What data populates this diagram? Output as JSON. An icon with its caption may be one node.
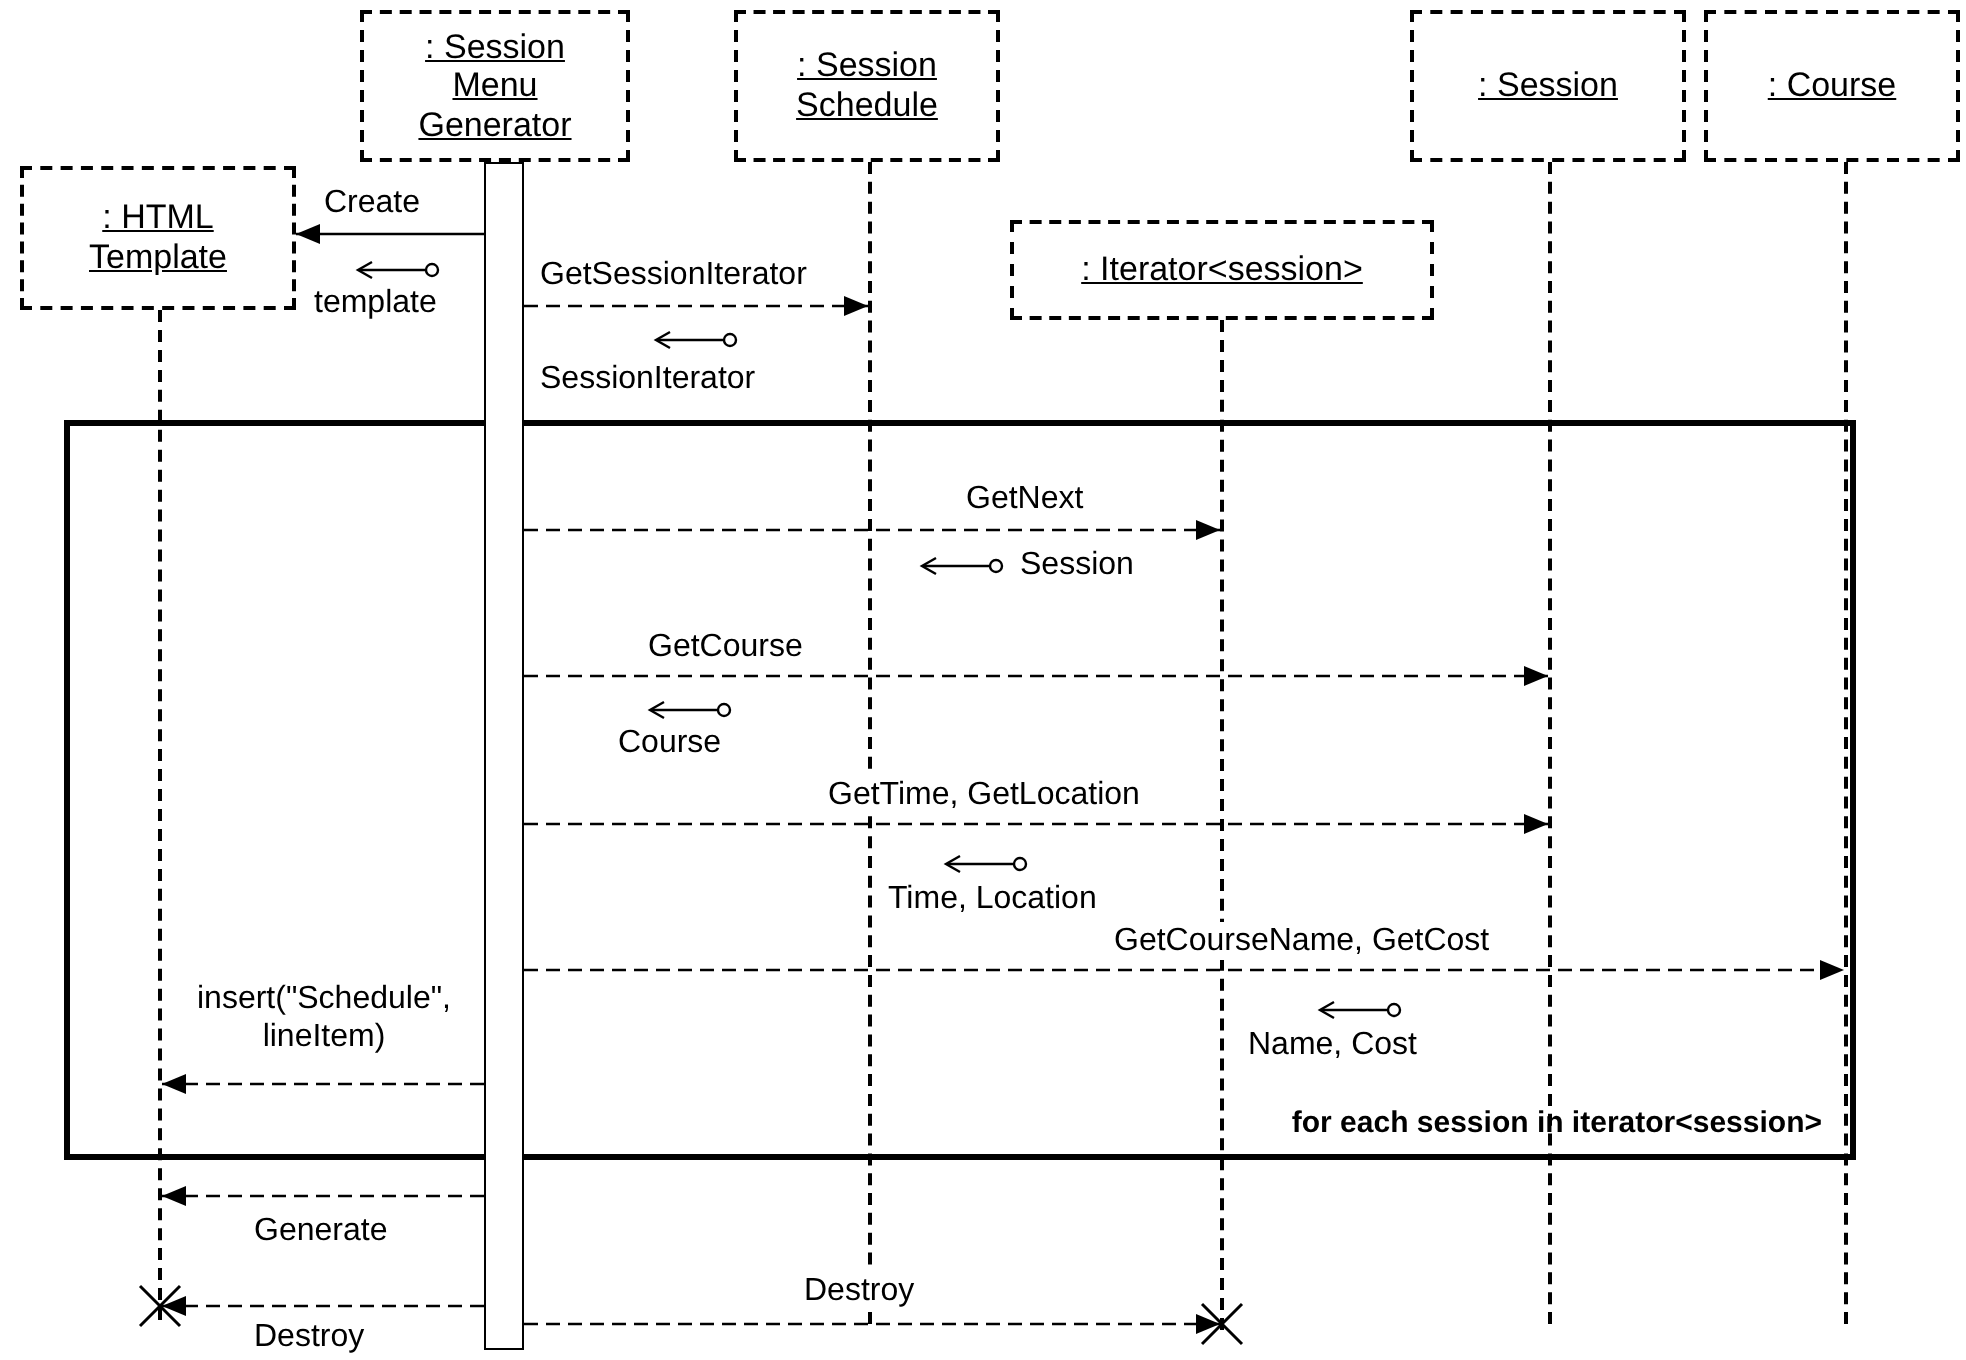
{
  "diagram": {
    "nodes": [
      {
        "text": [
          ": Session Menu Generator"
        ]
      },
      {
        "text": [
          ": Session Schedule"
        ]
      },
      {
        "text": [
          ": HTML Template"
        ]
      },
      {
        "text": [
          ": Iterator<session>"
        ]
      },
      {
        "text": [
          ": Session"
        ]
      },
      {
        "text": [
          ": Course"
        ]
      },
      {
        "text": [],
        "shape": "line"
      },
      {
        "text": [],
        "shape": "bar"
      },
      {
        "text": [],
        "shape": "line"
      },
      {
        "text": [],
        "shape": "line"
      },
      {
        "text": [],
        "shape": "line"
      },
      {
        "text": [],
        "shape": "line"
      }
    ],
    "edges": [
      {
        "from": 7,
        "to": 2,
        "arrow": "to",
        "label": "Create"
      },
      {
        "from": 7,
        "to": 8,
        "arrow": "to",
        "label": "GetSessionIterator",
        "style": "dashed"
      },
      {
        "from": 7,
        "to": 9,
        "arrow": "to",
        "label": "GetNext",
        "style": "dashed"
      },
      {
        "from": 7,
        "to": 10,
        "arrow": "to",
        "label": "GetCourse",
        "style": "dashed"
      },
      {
        "from": 7,
        "to": 10,
        "arrow": "to",
        "label": "GetTime, GetLocation",
        "style": "dashed"
      },
      {
        "from": 7,
        "to": 11,
        "arrow": "to",
        "label": "GetCourseName, GetCost",
        "style": "dashed"
      },
      {
        "from": 7,
        "to": 6,
        "arrow": "to",
        "label": "insert(\"Schedule\", lineItem)",
        "style": "dashed"
      },
      {
        "from": 7,
        "to": 6,
        "arrow": "to",
        "label": "Generate",
        "style": "dashed"
      },
      {
        "from": 7,
        "to": 6,
        "arrow": "to",
        "label": "Destroy",
        "style": "dashed"
      },
      {
        "from": 7,
        "to": 9,
        "arrow": "to",
        "label": "Destroy",
        "style": "dashed"
      }
    ],
    "labels": [
      "template",
      "SessionIterator",
      "Session",
      "Course",
      "Time, Location",
      "Name, Cost",
      "for each session in iterator<session>"
    ]
  }
}
